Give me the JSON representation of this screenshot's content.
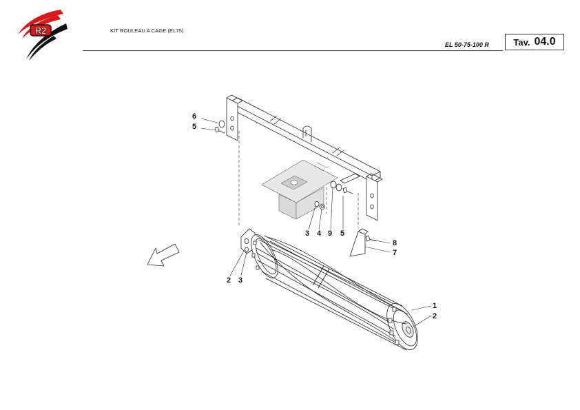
{
  "header": {
    "logo_text": "R2",
    "doc_title": "KIT ROULEAU A CAGE (EL75)",
    "model": "EL 50-75-100 R",
    "tav_label": "Tav.",
    "tav_number": "04.0"
  },
  "callouts": {
    "c6_top": "6",
    "c5_top": "5",
    "c3_mid": "3",
    "c4_mid": "4",
    "c9_mid": "9",
    "c5_mid": "5",
    "c8": "8",
    "c7": "7",
    "c2_left": "2",
    "c3_left": "3",
    "c1_right": "1",
    "c2_right": "2"
  },
  "colors": {
    "logo_red": "#d7191c",
    "logo_black": "#111111",
    "line": "#222222",
    "shade": "#d9d9d9"
  }
}
